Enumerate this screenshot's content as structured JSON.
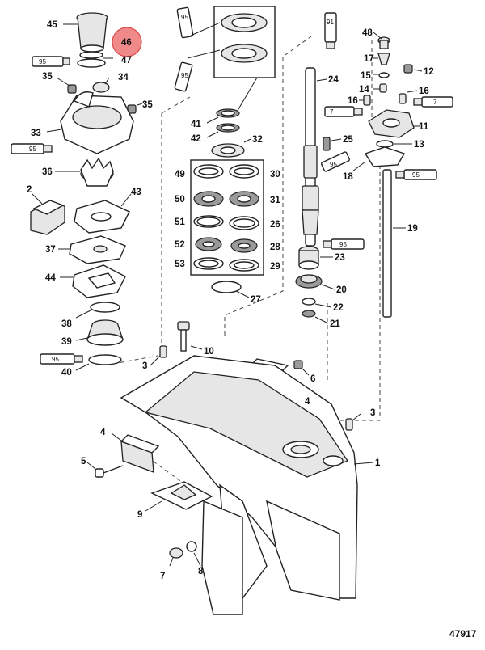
{
  "figure_number": "47917",
  "highlight": {
    "part": "46",
    "color": "#f08a8a"
  },
  "callouts": {
    "c1": "1",
    "c2": "2",
    "c3a": "3",
    "c3b": "3",
    "c4a": "4",
    "c4b": "4",
    "c5": "5",
    "c6": "6",
    "c7": "7",
    "c8": "8",
    "c9": "9",
    "c10": "10",
    "c11": "11",
    "c12": "12",
    "c13": "13",
    "c14": "14",
    "c15": "15",
    "c16a": "16",
    "c16b": "16",
    "c17": "17",
    "c18": "18",
    "c19": "19",
    "c20": "20",
    "c21": "21",
    "c22": "22",
    "c23": "23",
    "c24": "24",
    "c25": "25",
    "c26": "26",
    "c27": "27",
    "c28": "28",
    "c29": "29",
    "c30": "30",
    "c31": "31",
    "c32": "32",
    "c33": "33",
    "c34": "34",
    "c35a": "35",
    "c35b": "35",
    "c36": "36",
    "c37": "37",
    "c38": "38",
    "c39": "39",
    "c40": "40",
    "c41": "41",
    "c42": "42",
    "c43": "43",
    "c44": "44",
    "c45": "45",
    "c46": "46",
    "c47": "47",
    "c48": "48",
    "c49": "49",
    "c50": "50",
    "c51": "51",
    "c52": "52",
    "c53": "53"
  },
  "tubes": {
    "t95_47": "95",
    "t95_33": "95",
    "t95_40": "95",
    "t95_top1": "95",
    "t95_top2": "95",
    "t91": "91",
    "t7_16": "7",
    "t7_12": "7",
    "t95_18": "95",
    "t95_19": "95",
    "t95_23": "95"
  }
}
